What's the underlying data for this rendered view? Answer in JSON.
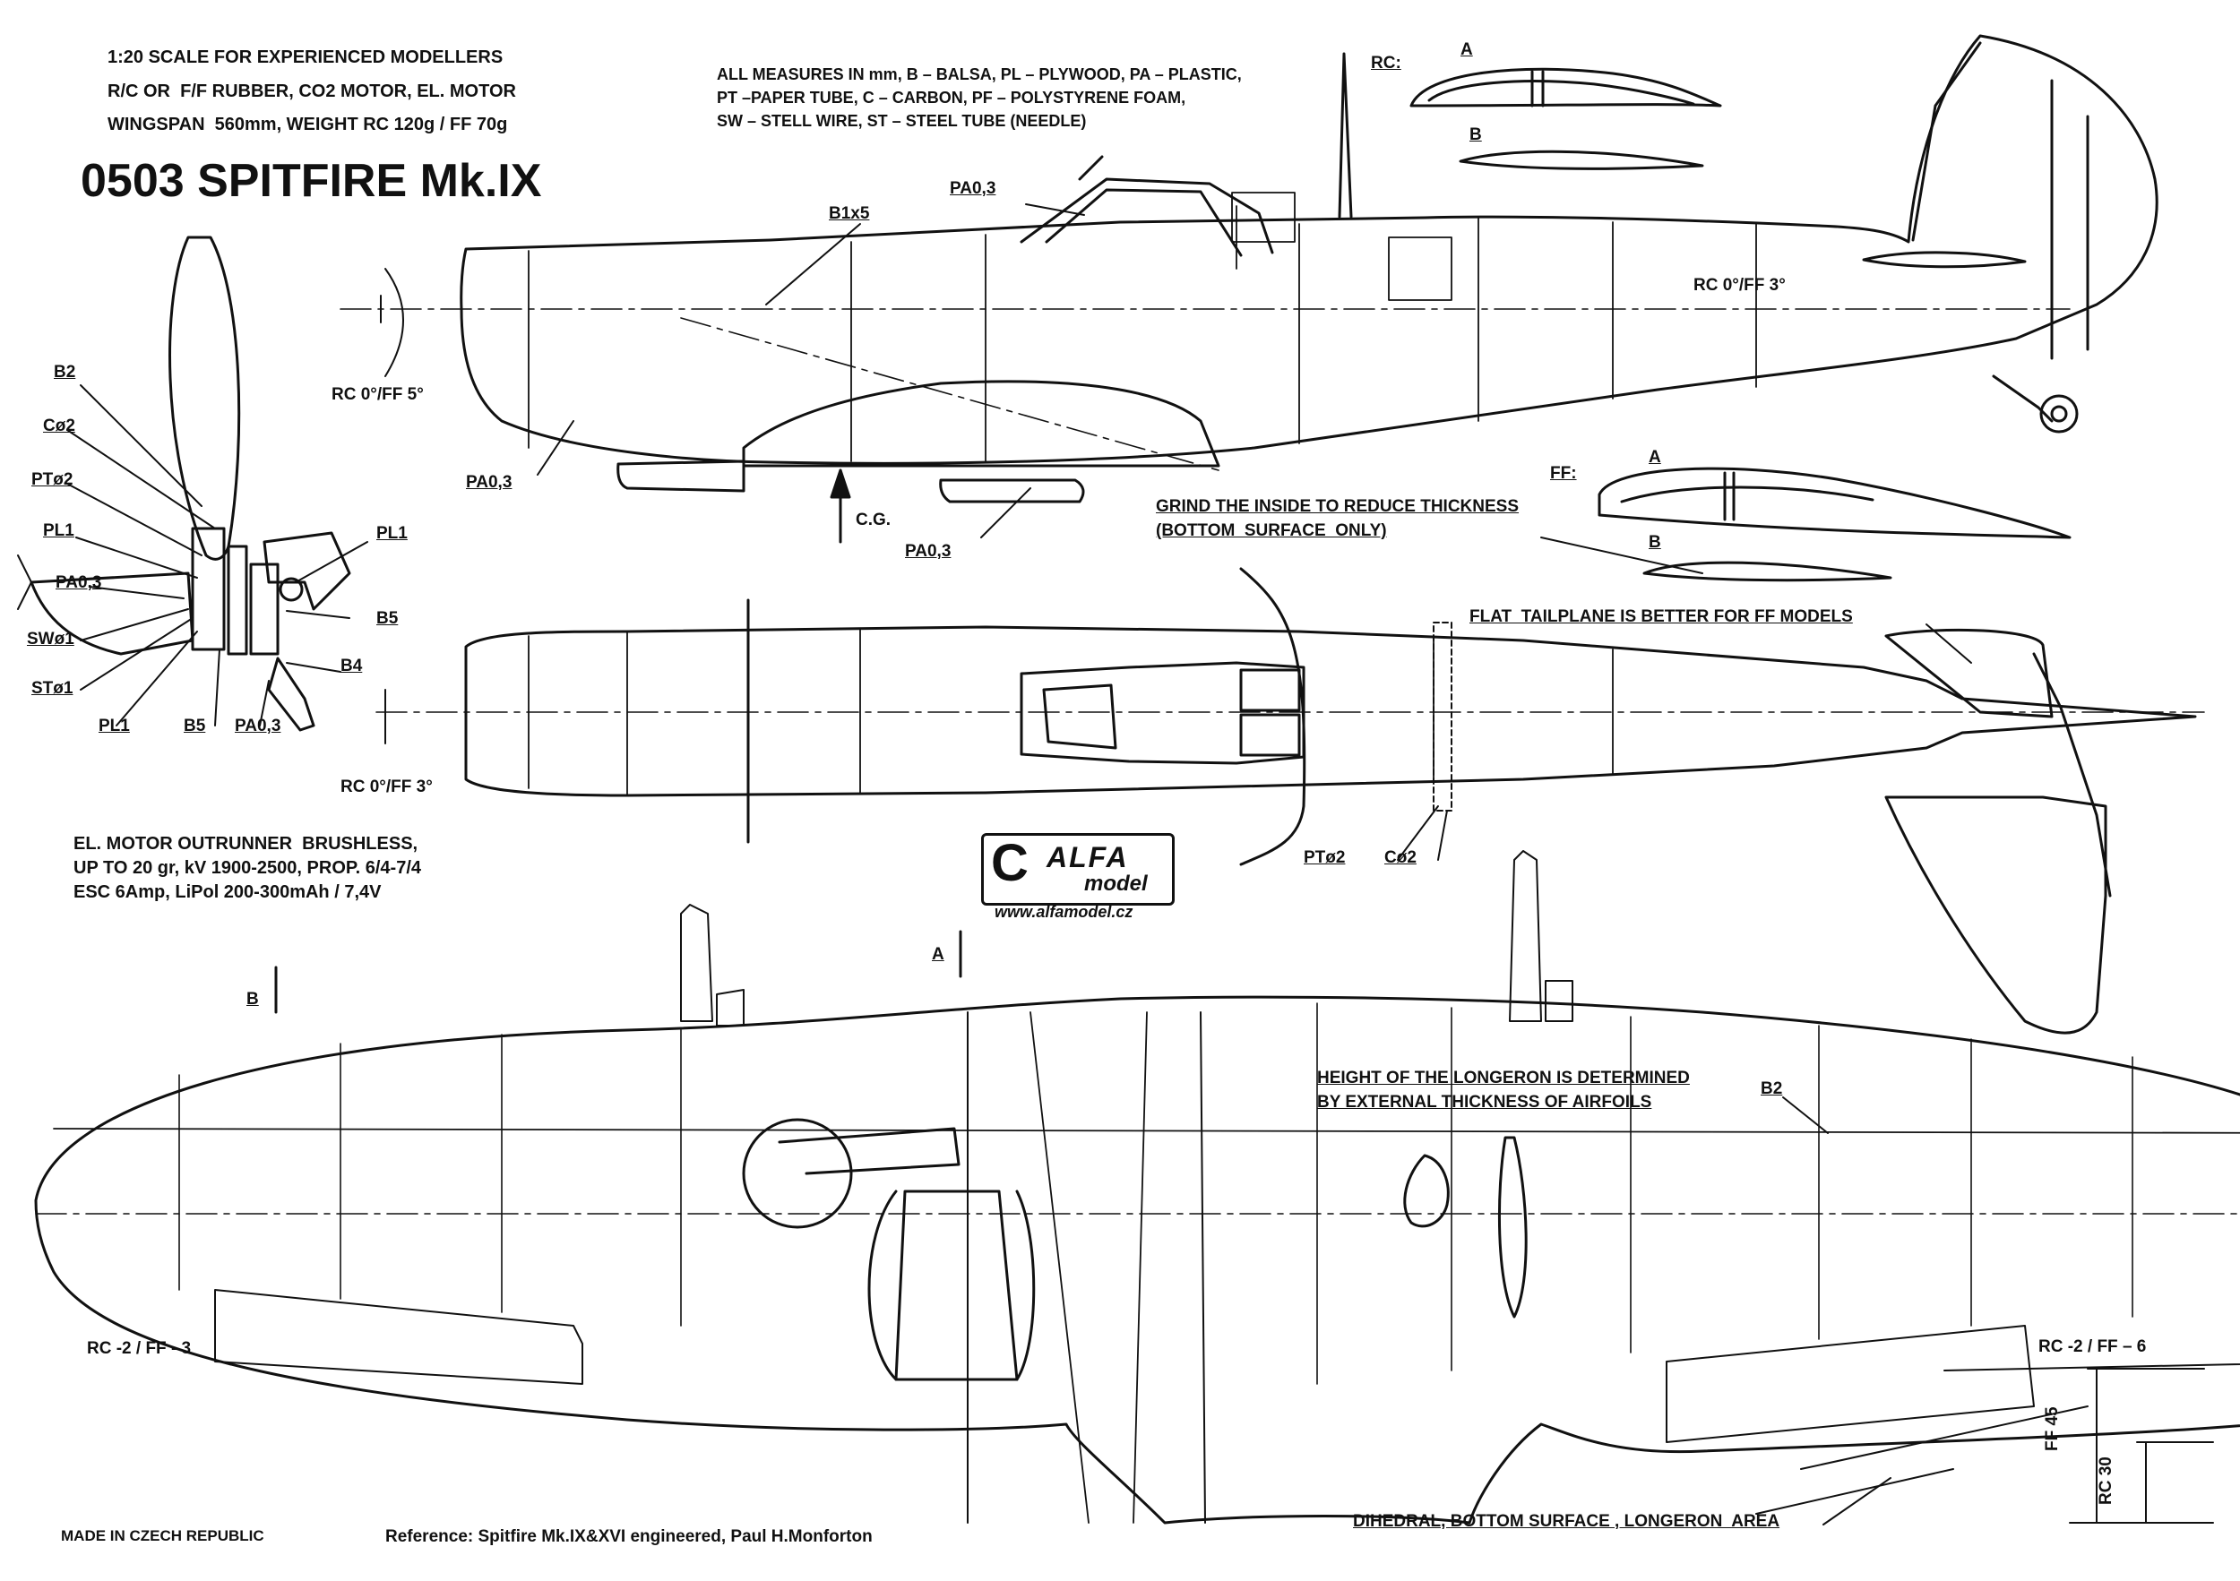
{
  "header": {
    "line1": "1:20 SCALE FOR EXPERIENCED MODELLERS",
    "line2": "R/C OR  F/F RUBBER, CO2 MOTOR, EL. MOTOR",
    "line3": "WINGSPAN  560mm, WEIGHT RC 120g / FF 70g",
    "title": "0503 SPITFIRE Mk.IX"
  },
  "legend": {
    "line1": "ALL MEASURES IN mm, B – BALSA, PL – PLYWOOD, PA – PLASTIC,",
    "line2": "PT –PAPER TUBE, C – CARBON, PF – POLYSTYRENE FOAM,",
    "line3": "SW – STELL WIRE, ST – STEEL TUBE (NEEDLE)"
  },
  "airfoils": {
    "rc_label": "RC:",
    "ff_label": "FF:",
    "a": "A",
    "b": "B",
    "grind1": "GRIND THE INSIDE TO REDUCE THICKNESS",
    "grind2": "(BOTTOM  SURFACE  ONLY)"
  },
  "side_view": {
    "b1x5": "B1x5",
    "pa03": "PA0,3",
    "rc_ff5": "RC 0°/FF 5°",
    "rc_ff3_tail": "RC 0°/FF 3°",
    "cg": "C.G."
  },
  "nose": {
    "b2": "B2",
    "c2": "Cø2",
    "pt2": "PTø2",
    "pl1": "PL1",
    "pa03": "PA0,3",
    "sw1": "SWø1",
    "st1": "STø1",
    "b5": "B5",
    "b4": "B4"
  },
  "top_view": {
    "flat_tail": "FLAT  TAILPLANE IS BETTER FOR FF MODELS",
    "rc_ff3": "RC 0°/FF 3°",
    "pt2": "PTø2",
    "c2": "Cø2"
  },
  "motor": {
    "line1": "EL. MOTOR OUTRUNNER  BRUSHLESS,",
    "line2": "UP TO 20 gr, kV 1900-2500, PROP. 6/4-7/4",
    "line3": "ESC 6Amp, LiPol 200-300mAh / 7,4V"
  },
  "logo": {
    "brand": "ALFA",
    "sub": "model",
    "url": "www.alfamodel.cz"
  },
  "wing": {
    "section_a": "A",
    "section_b": "B",
    "longeron1": "HEIGHT OF THE LONGERON IS DETERMINED",
    "longeron2": "BY EXTERNAL THICKNESS OF AIRFOILS",
    "b2": "B2",
    "rc_left": "RC -2 / FF - 3",
    "rc_right": "RC -2 / FF – 6",
    "ff45": "FF 45",
    "rc30": "RC 30",
    "dihedral": "DIHEDRAL, BOTTOM SURFACE , LONGERON  AREA"
  },
  "footer": {
    "made_in": "MADE IN CZECH REPUBLIC",
    "reference": "Reference: Spitfire Mk.IX&XVI engineered, Paul H.Monforton"
  },
  "colors": {
    "ink": "#111111",
    "paper": "#ffffff"
  }
}
